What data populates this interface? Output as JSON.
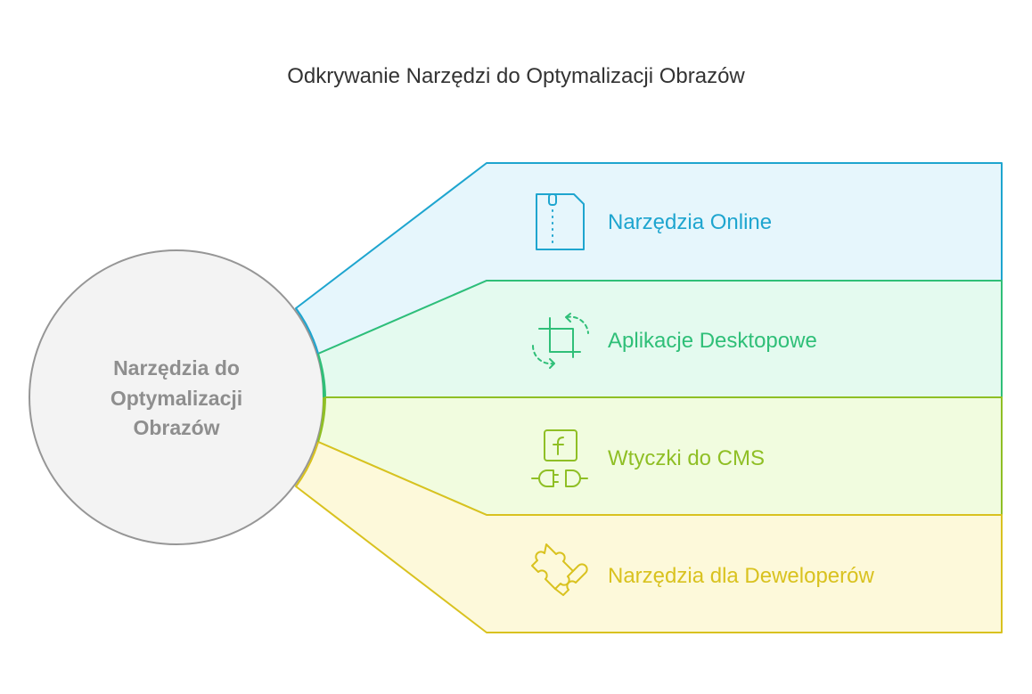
{
  "title": "Odkrywanie Narzędzi do Optymalizacji Obrazów",
  "center": {
    "lines": [
      "Narzędzia do",
      "Optymalizacji",
      "Obrazów"
    ],
    "fill": "#f3f3f3",
    "stroke": "#969696",
    "text_color": "#8e8e8e"
  },
  "branches": [
    {
      "label": "Narzędzia Online",
      "icon": "zip-file-icon",
      "color": "#1ea5cf",
      "fill": "#e6f6fc"
    },
    {
      "label": "Aplikacje Desktopowe",
      "icon": "crop-rotate-icon",
      "color": "#2fbf78",
      "fill": "#e4faef"
    },
    {
      "label": "Wtyczki do CMS",
      "icon": "plugin-icon",
      "color": "#8fbf25",
      "fill": "#f1fcdf"
    },
    {
      "label": "Narzędzia dla Deweloperów",
      "icon": "puzzle-icon",
      "color": "#d9c21f",
      "fill": "#fdf9da"
    }
  ]
}
